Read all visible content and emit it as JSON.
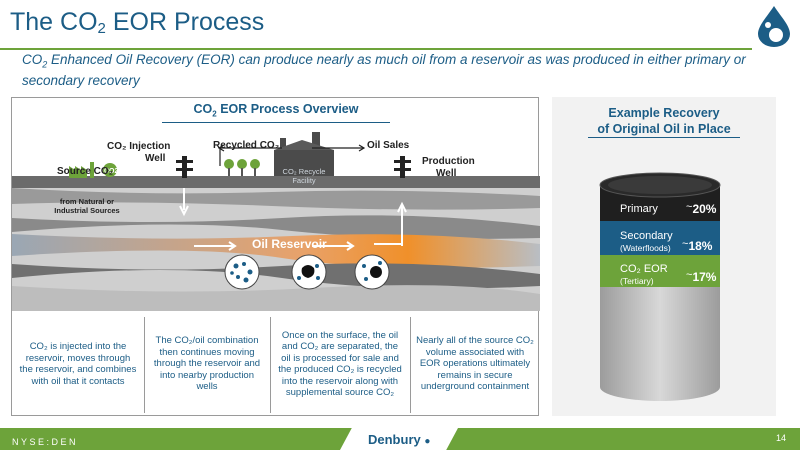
{
  "header": {
    "title_pre": "The CO",
    "title_sub": "2",
    "title_post": " EOR Process",
    "subtitle_pre": "CO",
    "subtitle_sub": "2",
    "subtitle_post": " Enhanced Oil Recovery (EOR) can produce nearly as much oil from a reservoir as was produced in either primary or secondary recovery"
  },
  "diagram": {
    "heading_pre": "CO",
    "heading_sub": "2",
    "heading_post": " EOR Process Overview",
    "injection_well_line1": "CO₂ Injection",
    "injection_well_line2": "Well",
    "recycled": "Recycled CO₂",
    "oil_sales": "Oil Sales",
    "production_well_line1": "Production",
    "production_well_line2": "Well",
    "source": "Source CO₂",
    "source_detail_line1": "from Natural or",
    "source_detail_line2": "Industrial Sources",
    "facility_line1": "CO₂ Recycle",
    "facility_line2": "Facility",
    "reservoir": "Oil Reservoir"
  },
  "steps": [
    {
      "text": "CO₂ is injected into the reservoir, moves through the reservoir, and combines with oil that it contacts"
    },
    {
      "text": "The CO₂/oil combination then continues moving through the reservoir and into nearby production wells"
    },
    {
      "text": "Once on the surface, the oil and CO₂ are separated, the oil is processed for sale and the produced CO₂ is recycled into the reservoir along with supplemental source CO₂"
    },
    {
      "text": "Nearly all of the source CO₂ volume associated with EOR operations ultimately remains in secure underground containment"
    }
  ],
  "recovery": {
    "title_line1": "Example Recovery",
    "title_line2": "of Original Oil in Place",
    "segments": [
      {
        "label": "Primary",
        "detail": "",
        "tilde": "~",
        "value": "20%",
        "color": "#1f1f1f"
      },
      {
        "label": "Secondary",
        "detail": "(Waterfloods)",
        "tilde": "~",
        "value": "18%",
        "color": "#1c5d86"
      },
      {
        "label": "CO₂ EOR",
        "detail": "(Tertiary)",
        "tilde": "~",
        "value": "17%",
        "color": "#6da33a"
      }
    ]
  },
  "footer": {
    "ticker": "NYSE:DEN",
    "brand": "Denbury",
    "page": "14"
  },
  "colors": {
    "brand_blue": "#1c5d86",
    "brand_green": "#6da33a"
  }
}
